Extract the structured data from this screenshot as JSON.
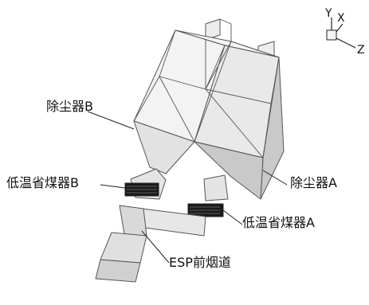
{
  "labels": {
    "precipitator_b": "除尘器B",
    "precipitator_a": "除尘器A",
    "economizer_b": "低温省煤器B",
    "economizer_a": "低温省煤器A",
    "esp_duct": "ESP前烟道"
  },
  "axes": {
    "y": "Y",
    "x": "X",
    "z": "Z"
  },
  "colors": {
    "line": "#555555",
    "face_light": "#f3f3f3",
    "face_mid": "#e2e2e2",
    "face_dark": "#c9c9c9",
    "band": "#1a1a1a"
  }
}
